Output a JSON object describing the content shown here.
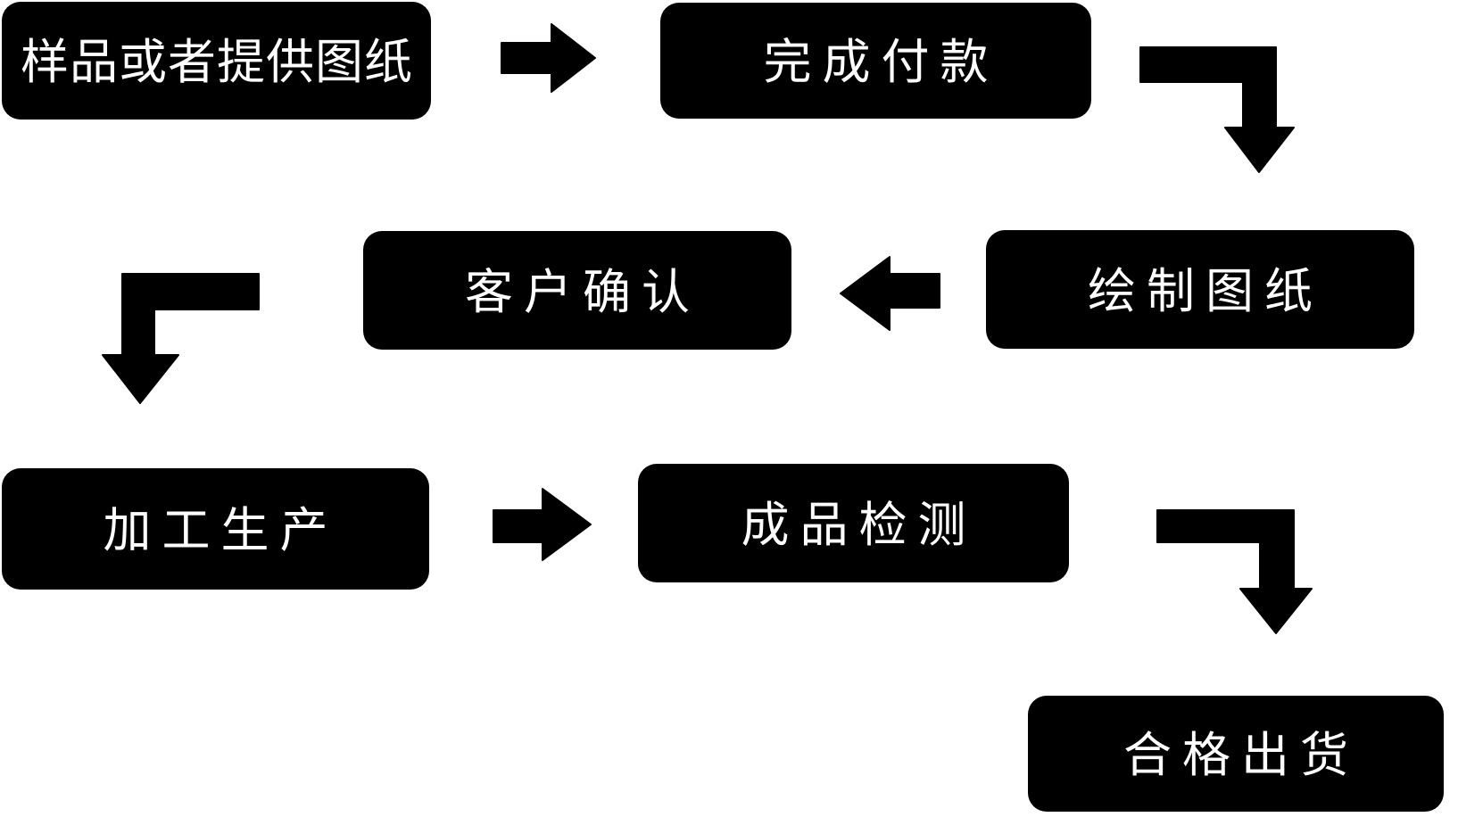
{
  "colors": {
    "background": "#ffffff",
    "node_fill": "#000000",
    "node_text": "#ffffff",
    "arrow_fill": "#000000"
  },
  "nodes": [
    {
      "label": "样品或者提供图纸"
    },
    {
      "label": "完成付款"
    },
    {
      "label": "绘制图纸"
    },
    {
      "label": "客户确认"
    },
    {
      "label": "加工生产"
    },
    {
      "label": "成品检测"
    },
    {
      "label": "合格出货"
    }
  ],
  "flow": [
    {
      "from": "样品或者提供图纸",
      "to": "完成付款",
      "arrow": "right"
    },
    {
      "from": "完成付款",
      "to": "绘制图纸",
      "arrow": "down-right"
    },
    {
      "from": "绘制图纸",
      "to": "客户确认",
      "arrow": "left"
    },
    {
      "from": "客户确认",
      "to": "加工生产",
      "arrow": "down-left"
    },
    {
      "from": "加工生产",
      "to": "成品检测",
      "arrow": "right"
    },
    {
      "from": "成品检测",
      "to": "合格出货",
      "arrow": "down-right"
    }
  ]
}
